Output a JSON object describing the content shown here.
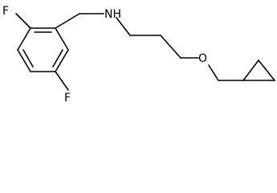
{
  "molecule": {
    "atoms": {
      "fluorine_top": "F",
      "fluorine_bottom": "F",
      "amine": "NH",
      "ether_oxygen": "O"
    }
  },
  "colors": {
    "background": "#ffffff",
    "bond": "#000000",
    "label": "#000000"
  }
}
